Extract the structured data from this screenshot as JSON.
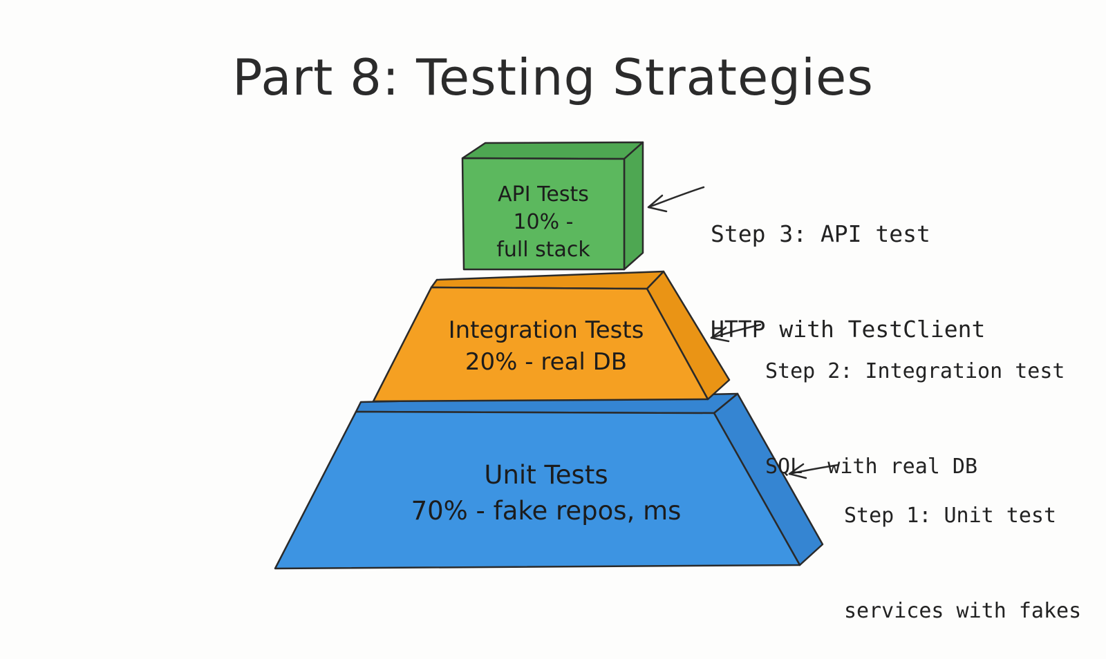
{
  "title": "Part 8: Testing Strategies",
  "colors": {
    "api": "#5cb85e",
    "api_side": "#4ea752",
    "integration": "#f5a022",
    "integration_side": "#ea9415",
    "unit": "#3d94e2",
    "unit_side": "#3585d2",
    "stroke": "#2a2a2a"
  },
  "tiers": {
    "api": {
      "line1": "API Tests",
      "line2": "10% -",
      "line3": "full stack"
    },
    "integration": {
      "line1": "Integration Tests",
      "line2": "20% - real DB"
    },
    "unit": {
      "line1": "Unit Tests",
      "line2": "70% - fake repos, ms"
    }
  },
  "steps": {
    "step3": {
      "line1": "Step 3: API test",
      "line2": "HTTP with TestClient"
    },
    "step2": {
      "line1": "Step 2: Integration test",
      "line2": "SQL  with real DB"
    },
    "step1": {
      "line1": "Step 1: Unit test",
      "line2": "services with fakes"
    }
  }
}
